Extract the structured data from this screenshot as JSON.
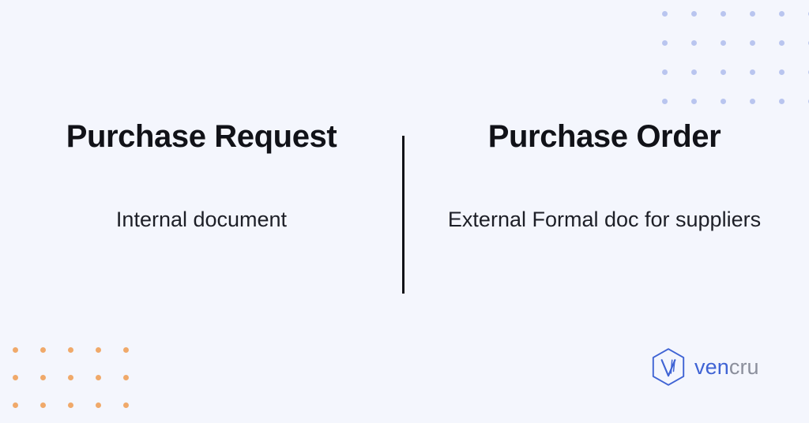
{
  "background_color": "#f4f6fd",
  "comparison": {
    "divider_color": "#111218",
    "columns": [
      {
        "title": "Purchase Request",
        "subtitle": "Internal document"
      },
      {
        "title": "Purchase Order",
        "subtitle": "External Formal doc for suppliers"
      }
    ]
  },
  "decoration": {
    "top_right_dots": {
      "color": "#b9c5ef",
      "columns": 6,
      "rows": 4
    },
    "bottom_left_dots": {
      "color": "#f0a96a",
      "columns": 5,
      "rows": 3
    }
  },
  "brand": {
    "logo_icon": "vencru-hexagon-v-logo",
    "wordmark_first": "ven",
    "wordmark_second": "cru",
    "wordmark_first_color": "#3f63d4",
    "wordmark_second_color": "#8b8f9c"
  }
}
